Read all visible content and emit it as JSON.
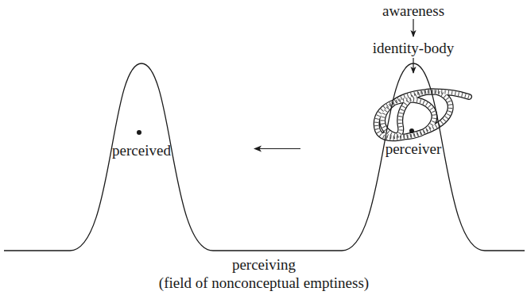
{
  "diagram": {
    "nodes": [
      {
        "text": [
          "perceived"
        ]
      },
      {
        "text": [
          "perceiver"
        ]
      }
    ],
    "edges": [
      {
        "from": 1,
        "to": 0,
        "arrow": "to"
      }
    ],
    "labels": [
      "awareness",
      "identity-body",
      "perceiving",
      "(field of nonconceptual emptiness)"
    ]
  }
}
